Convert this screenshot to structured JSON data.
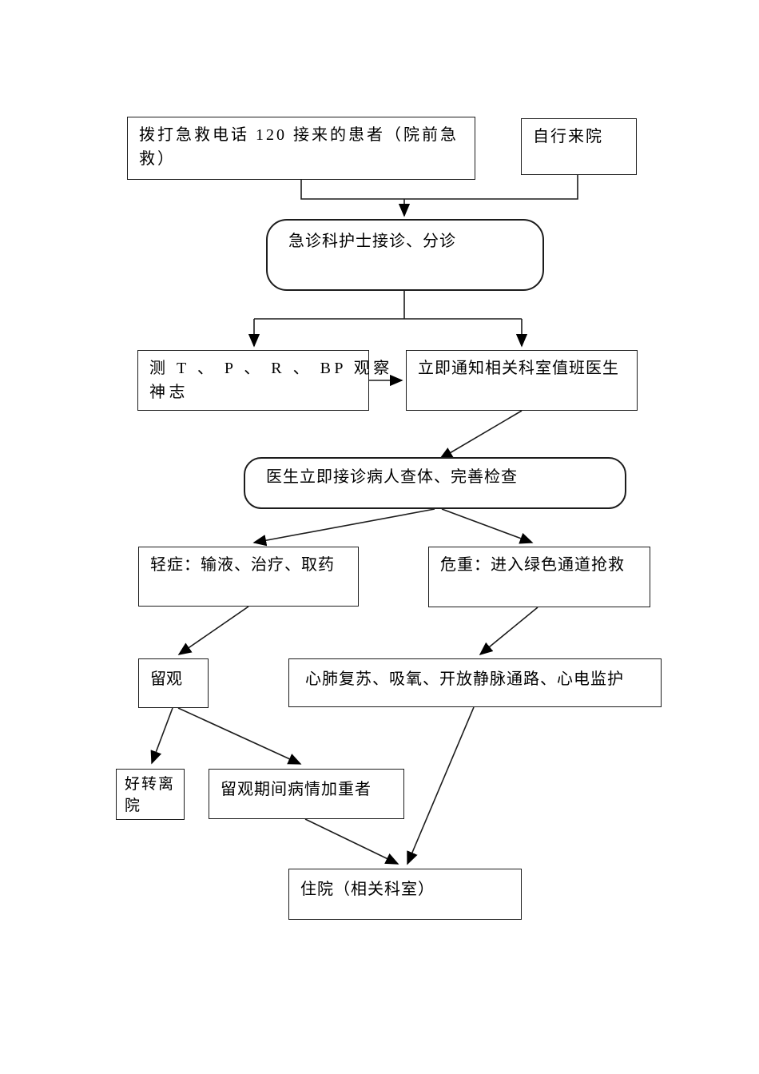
{
  "document": {
    "kind": "emergency-department-flowchart",
    "background_color": "#ffffff",
    "line_color": "#1c1c1c",
    "text_color": "#000000"
  },
  "nodes": {
    "call120": {
      "line1": "拨打急救电话  120  接来的患者（院前急",
      "line2": "救）"
    },
    "selfcome": {
      "line1": "自行来院"
    },
    "triage": {
      "line1": "急诊科护士接诊、分诊"
    },
    "vitals": {
      "line1": "测  T 、 P 、 R 、 BP  观察",
      "line2": "神志"
    },
    "notify": {
      "line1": "立即通知相关科室值班医生"
    },
    "exam": {
      "line1": "医生立即接诊病人查体、完善检查"
    },
    "mild": {
      "line1": "轻症：输液、治疗、取药"
    },
    "critical": {
      "line1": "危重：进入绿色通道抢救"
    },
    "observe": {
      "line1": "留观"
    },
    "rescue": {
      "line1": "心肺复苏、吸氧、开放静脉通路、心电监护"
    },
    "discharge": {
      "line1": "好转离",
      "line2": "院"
    },
    "worsen": {
      "line1": "留观期间病情加重者"
    },
    "admit": {
      "line1": "住院（相关科室）"
    }
  },
  "edges": [
    {
      "from": "call120",
      "to": "triage"
    },
    {
      "from": "selfcome",
      "to": "triage"
    },
    {
      "from": "triage",
      "to": "vitals"
    },
    {
      "from": "triage",
      "to": "notify"
    },
    {
      "from": "vitals",
      "to": "notify"
    },
    {
      "from": "notify",
      "to": "exam"
    },
    {
      "from": "exam",
      "to": "mild"
    },
    {
      "from": "exam",
      "to": "critical"
    },
    {
      "from": "mild",
      "to": "observe"
    },
    {
      "from": "critical",
      "to": "rescue"
    },
    {
      "from": "observe",
      "to": "discharge"
    },
    {
      "from": "observe",
      "to": "worsen"
    },
    {
      "from": "worsen",
      "to": "admit"
    },
    {
      "from": "rescue",
      "to": "admit"
    }
  ]
}
